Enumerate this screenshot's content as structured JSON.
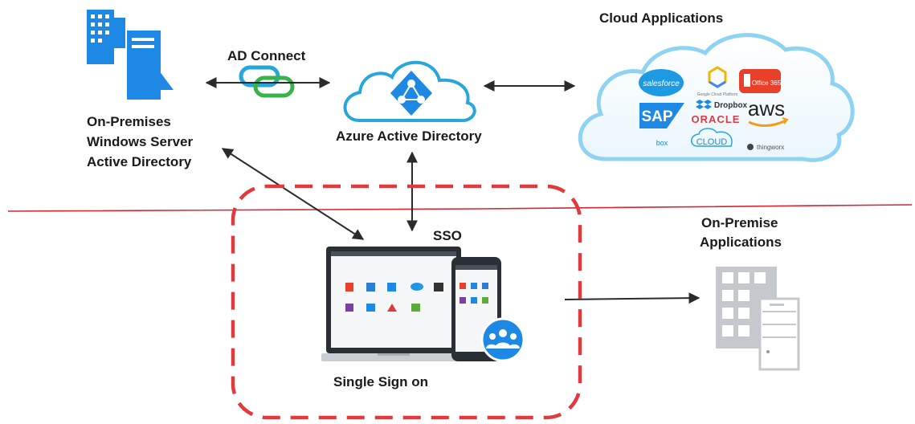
{
  "labels": {
    "ad_connect": "AD Connect",
    "cloud_apps": "Cloud Applications",
    "on_prem_line1": "On-Premises",
    "on_prem_line2": "Windows Server",
    "on_prem_line3": "Active Directory",
    "azure_ad": "Azure Active Directory",
    "sso": "SSO",
    "on_prem_apps_line1": "On-Premise",
    "on_prem_apps_line2": "Applications",
    "single_sign_on": "Single Sign on"
  },
  "cloud_logos": {
    "salesforce": "salesforce",
    "google_cloud": "Google Cloud Platform",
    "office365": "Office 365",
    "sap": "SAP",
    "dropbox": "Dropbox",
    "aws": "aws",
    "oracle": "ORACLE",
    "box": "box",
    "cloud": "CLOUD",
    "thingworx": "thingworx"
  },
  "colors": {
    "azure_blue": "#1e88e5",
    "cloud_outline": "#8fd3f2",
    "boundary_red": "#d9262f",
    "dashed_red": "#e03a3e",
    "arrow": "#2b2b2b"
  },
  "icons": [
    "building-icon",
    "server-icon",
    "link-icon",
    "azure-ad-cloud-icon",
    "laptop-icon",
    "phone-icon",
    "users-icon",
    "on-prem-server-icon"
  ]
}
